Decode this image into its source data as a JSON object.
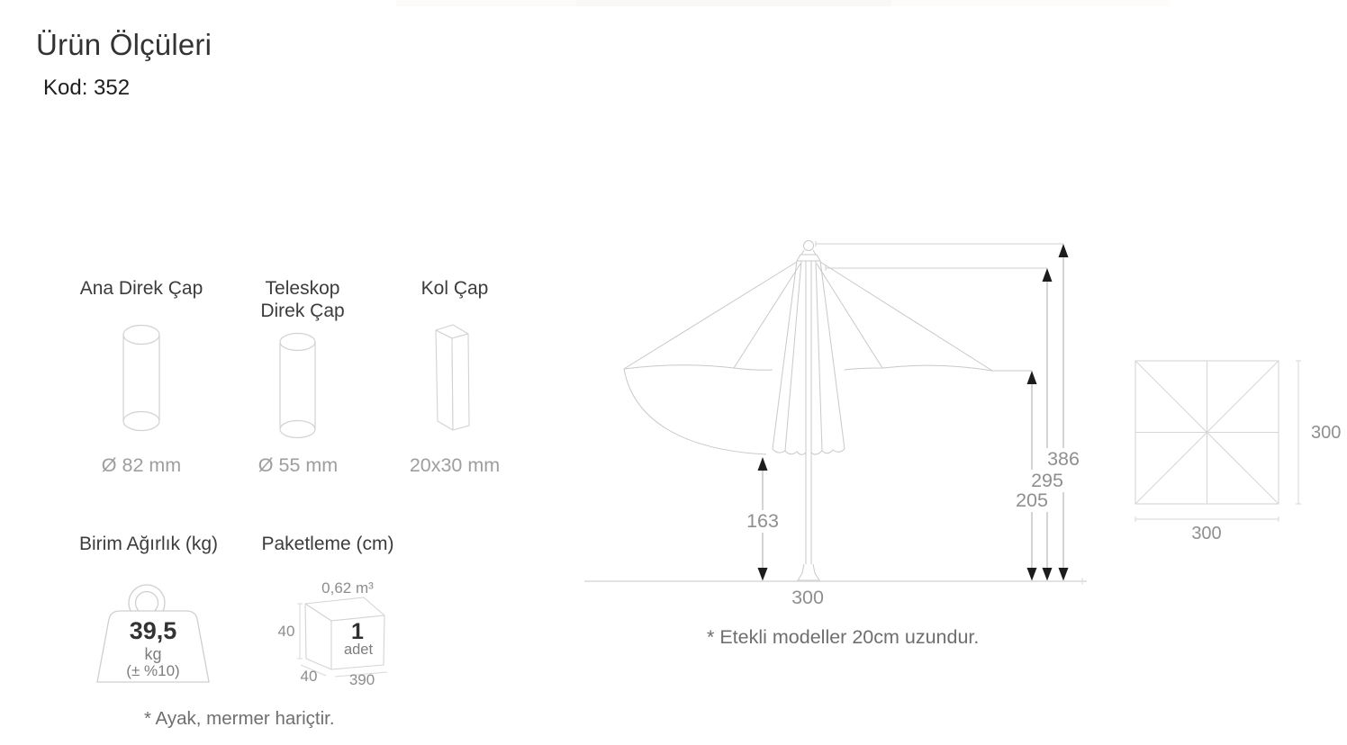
{
  "header": {
    "title": "Ürün Ölçüleri",
    "code": "Kod: 352"
  },
  "specs": {
    "ana_direk": {
      "label": "Ana Direk Çap",
      "value": "Ø 82 mm",
      "icon": "cylinder-icon"
    },
    "teleskop_direk": {
      "label": "Teleskop Direk Çap",
      "value": "Ø 55 mm",
      "icon": "cylinder-icon"
    },
    "kol": {
      "label": "Kol Çap",
      "value": "20x30 mm",
      "icon": "rectangular-prism-icon"
    }
  },
  "weight": {
    "label": "Birim Ağırlık (kg)",
    "value": "39,5",
    "unit": "kg",
    "tolerance": "(± %10)",
    "icon": "weight-icon"
  },
  "packaging": {
    "label": "Paketleme (cm)",
    "volume": "0,62 m³",
    "quantity": "1",
    "quantity_unit": "adet",
    "dim_height": "40",
    "dim_depth": "40",
    "dim_width": "390",
    "icon": "box-icon"
  },
  "notes": {
    "base_note": "* Ayak, mermer hariçtir.",
    "skirt_note": "* Etekli modeller 20cm uzundur."
  },
  "side_view": {
    "h_canopy_drop": "163",
    "h_canopy_edge": "205",
    "h_under_cap": "295",
    "h_total": "386",
    "width_open": "300"
  },
  "top_view": {
    "width": "300",
    "height": "300"
  },
  "colors": {
    "outline_light": "#cfcfcf",
    "dim_line": "#a8a8a8",
    "arrow": "#222222",
    "text_dark": "#3d3d3d",
    "text_gray": "#8f8f8f"
  }
}
